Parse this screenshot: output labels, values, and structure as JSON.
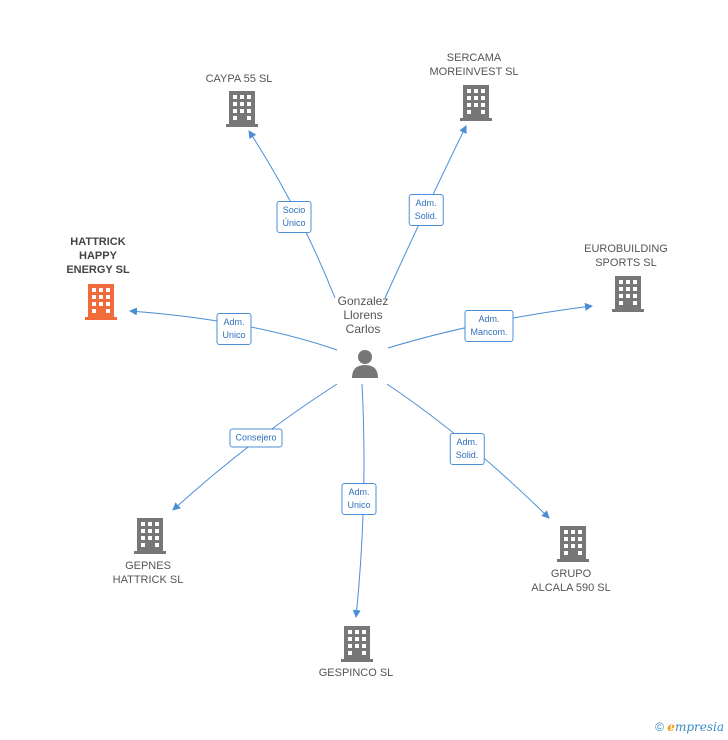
{
  "person": {
    "label": "Gonzalez\nLlorens\nCarlos"
  },
  "companies": {
    "caypa": {
      "label": "CAYPA 55  SL",
      "color": "#777777"
    },
    "sercama": {
      "label": "SERCAMA\nMOREINVEST SL",
      "color": "#777777"
    },
    "hattrick": {
      "label": "HATTRICK\nHAPPY\nENERGY SL",
      "color": "#f26b3a"
    },
    "eurobuilding": {
      "label": "EUROBUILDING\nSPORTS  SL",
      "color": "#777777"
    },
    "gepnes": {
      "label": "GEPNES\nHATTRICK SL",
      "color": "#777777"
    },
    "gespinco": {
      "label": "GESPINCO SL",
      "color": "#777777"
    },
    "grupo": {
      "label": "GRUPO\nALCALA 590  SL",
      "color": "#777777"
    }
  },
  "relations": {
    "caypa": "Socio\nÚnico",
    "sercama": "Adm.\nSolid.",
    "hattrick": "Adm.\nUnico",
    "eurobuilding": "Adm.\nMancom.",
    "gepnes": "Consejero",
    "gespinco": "Adm.\nUnico",
    "grupo": "Adm.\nSolid."
  },
  "colors": {
    "edge": "#4a8fd6",
    "person": "#777777"
  },
  "footer": {
    "copyright": "©",
    "brand_e": "e",
    "brand_rest": "mpresia"
  }
}
